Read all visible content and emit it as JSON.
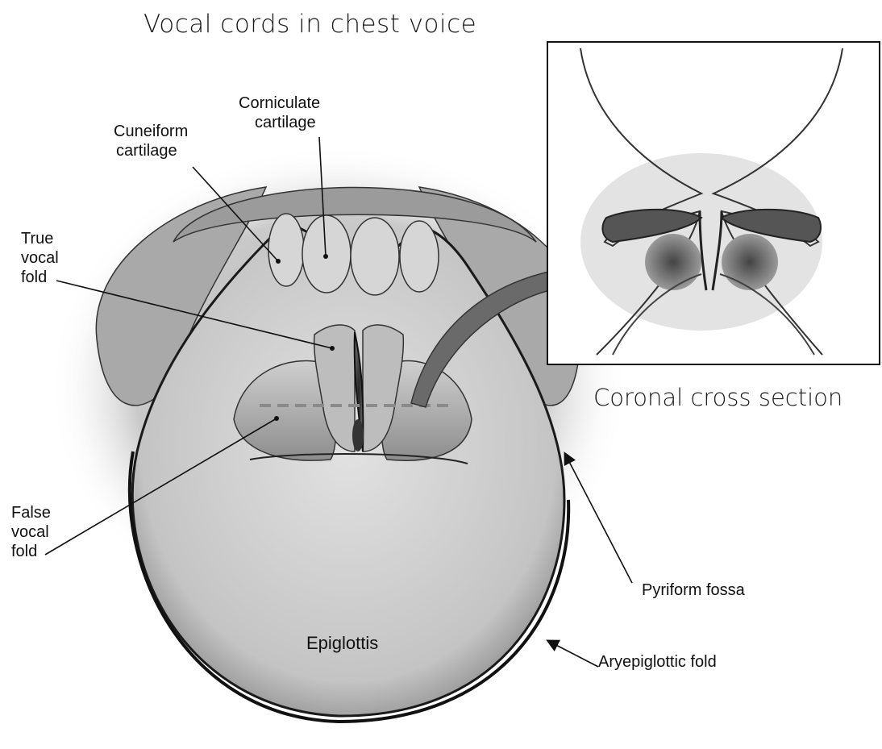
{
  "title": "Vocal cords in chest voice",
  "inset_caption": "Coronal cross section",
  "labels": {
    "corniculate": [
      "Corniculate",
      "cartilage"
    ],
    "cuneiform": [
      "Cuneiform",
      "cartilage"
    ],
    "true_fold": [
      "True",
      "vocal",
      "fold"
    ],
    "false_fold": [
      "False",
      "vocal",
      "fold"
    ],
    "epiglottis": "Epiglottis",
    "pyriform": "Pyriform fossa",
    "aryepiglottic": "Aryepiglottic fold"
  }
}
